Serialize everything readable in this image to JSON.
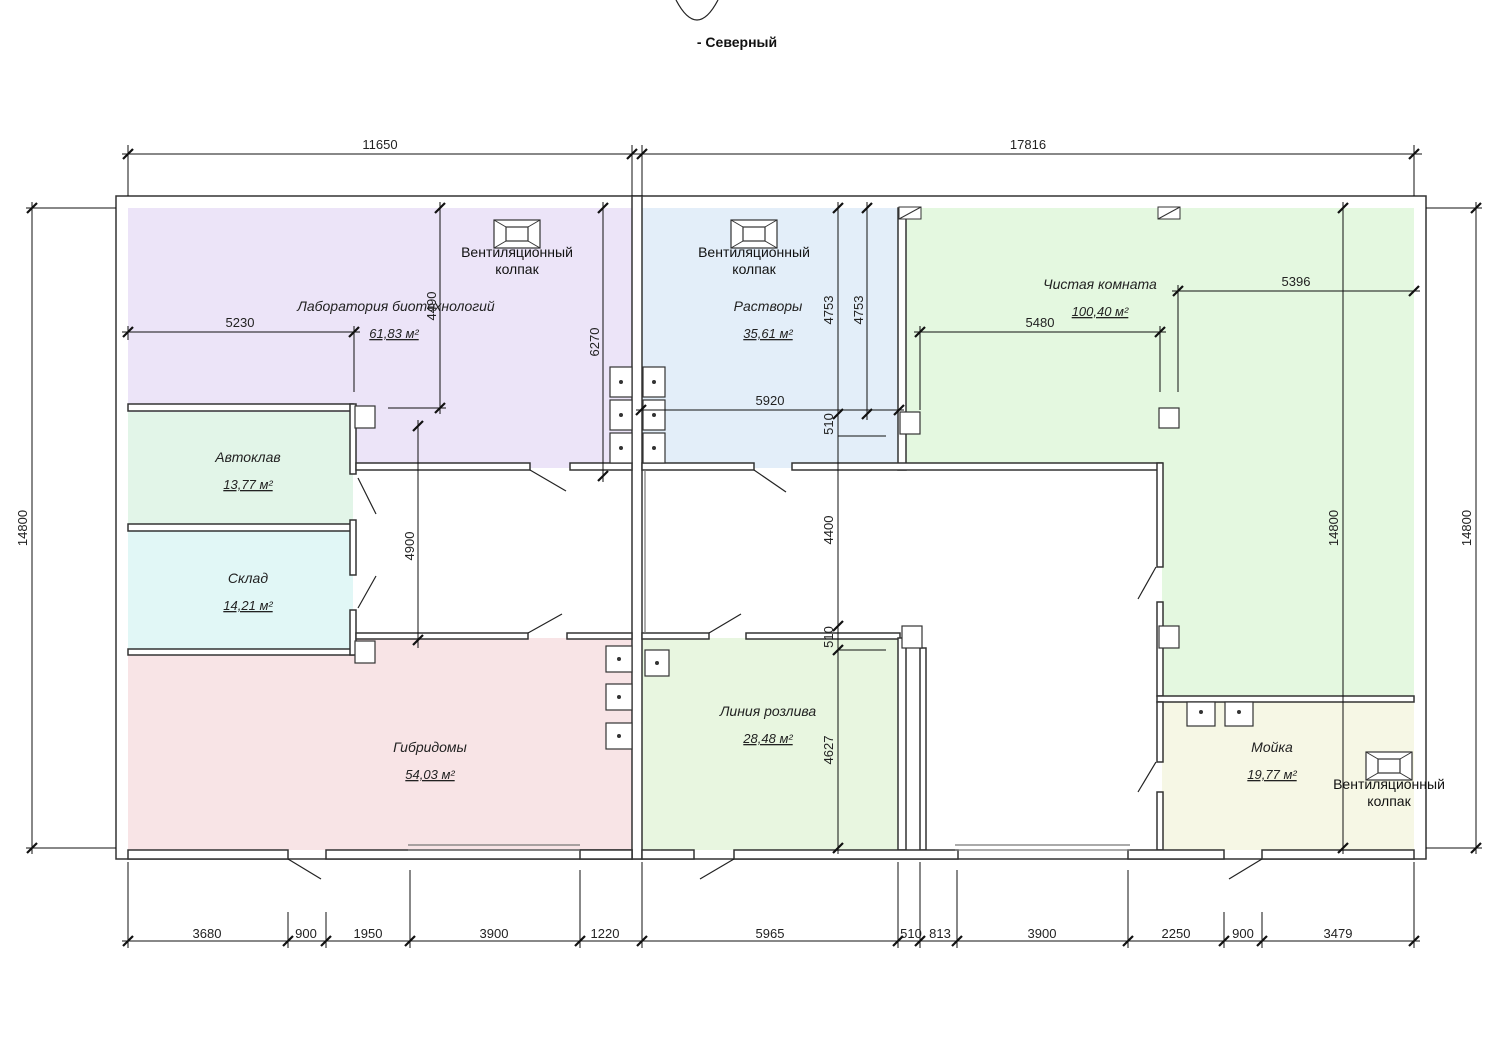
{
  "orientation": {
    "label": "- Северный"
  },
  "colors": {
    "lab": "#ece4f8",
    "autoclave": "#e2f5e8",
    "storage": "#e1f7f6",
    "hybridoma": "#f8e4e6",
    "solutions": "#e3eef9",
    "bottling": "#e8f6e0",
    "clean": "#e4f8e0",
    "washing": "#f6f7e5",
    "wall": "#ffffff",
    "line": "#111111"
  },
  "rooms": {
    "lab": {
      "name": "Лаборатория биотехнологий",
      "area": "61,83 м²"
    },
    "autoclave": {
      "name": "Автоклав",
      "area": "13,77 м²"
    },
    "storage": {
      "name": "Склад",
      "area": "14,21 м²"
    },
    "hybridoma": {
      "name": "Гибридомы",
      "area": "54,03 м²"
    },
    "solutions": {
      "name": "Растворы",
      "area": "35,61 м²"
    },
    "bottling": {
      "name": "Линия розлива",
      "area": "28,48 м²"
    },
    "clean": {
      "name": "Чистая комната",
      "area": "100,40 м²"
    },
    "washing": {
      "name": "Мойка",
      "area": "19,77 м²"
    }
  },
  "hoods": {
    "hood1": {
      "line1": "Вентиляционный",
      "line2": "колпак"
    },
    "hood2": {
      "line1": "Вентиляционный",
      "line2": "колпак"
    },
    "hood3": {
      "line1": "Вентиляционный",
      "line2": "колпак"
    }
  },
  "dimensions": {
    "top_left": "11650",
    "top_right": "17816",
    "left_height": "14800",
    "right_height": "14800",
    "clean_height": "14800",
    "lab_5230": "5230",
    "lab_4490": "4490",
    "lab_6270": "6270",
    "solutions_4753_a": "4753",
    "solutions_4753_b": "4753",
    "solutions_5920": "5920",
    "solutions_510": "510",
    "clean_5480": "5480",
    "clean_5396": "5396",
    "corridor_4900": "4900",
    "corridor_4400": "4400",
    "bottling_510": "510",
    "bottling_4627": "4627",
    "bottom": [
      "3680",
      "900",
      "1950",
      "3900",
      "1220",
      "5965",
      "510",
      "813",
      "3900",
      "2250",
      "900",
      "3479"
    ]
  }
}
